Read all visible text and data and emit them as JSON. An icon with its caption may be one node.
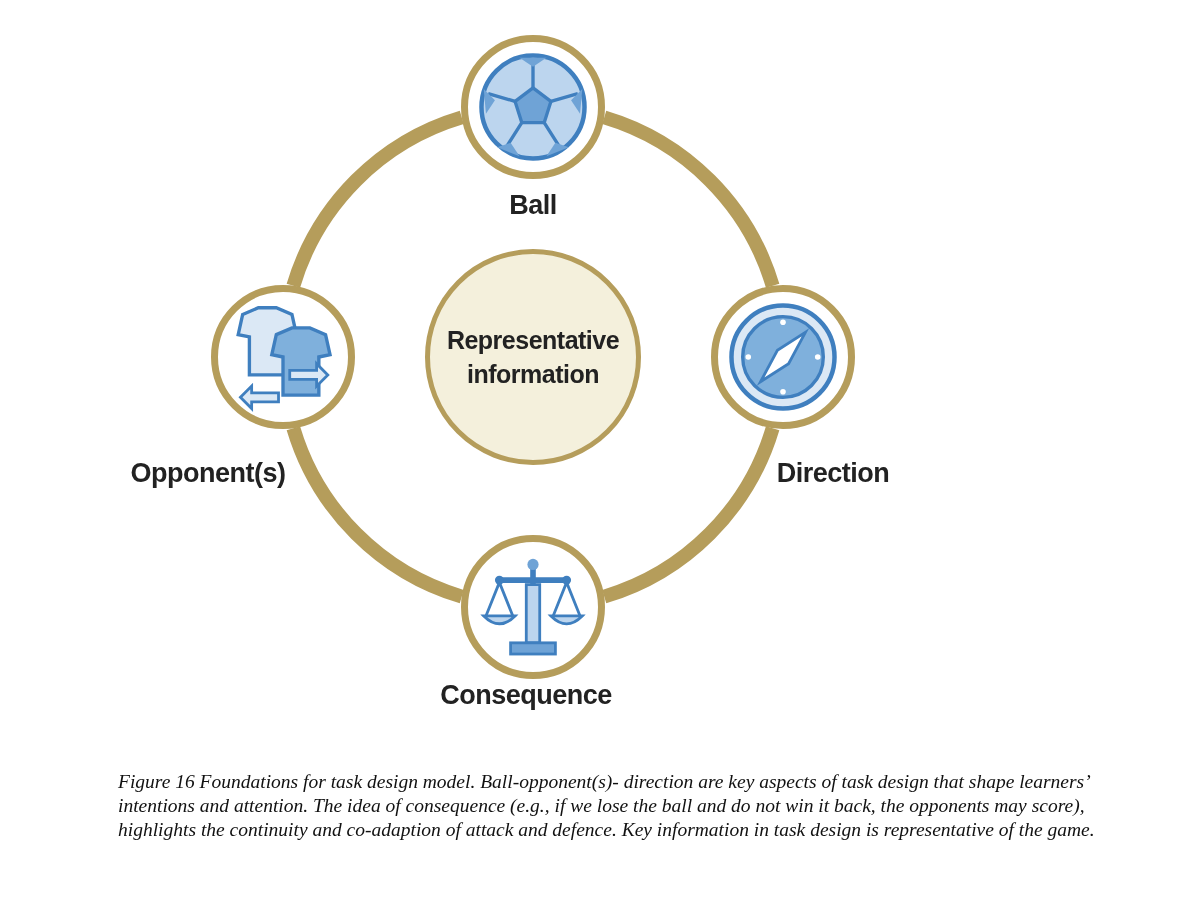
{
  "diagram": {
    "caption": "Figure 16 Foundations for task design model. Ball-opponent(s)- direction are key aspects of task design that shape learners’ intentions and attention. The idea of consequence (e.g., if we lose the ball and do not win it back, the opponents may score), highlights the continuity and co-adaption of attack and defence. Key information in task design is representative of the game.",
    "nodes": [
      {
        "text": [
          "Representative information"
        ]
      },
      {
        "text": [
          "Ball"
        ]
      },
      {
        "text": [
          "Direction"
        ]
      },
      {
        "text": [
          "Consequence"
        ]
      },
      {
        "text": [
          "Opponent(s)"
        ]
      }
    ],
    "edges": [
      {
        "from": 1,
        "to": 2,
        "arrow": "none"
      },
      {
        "from": 2,
        "to": 3,
        "arrow": "none"
      },
      {
        "from": 3,
        "to": 4,
        "arrow": "none"
      },
      {
        "from": 4,
        "to": 1,
        "arrow": "none"
      }
    ]
  }
}
